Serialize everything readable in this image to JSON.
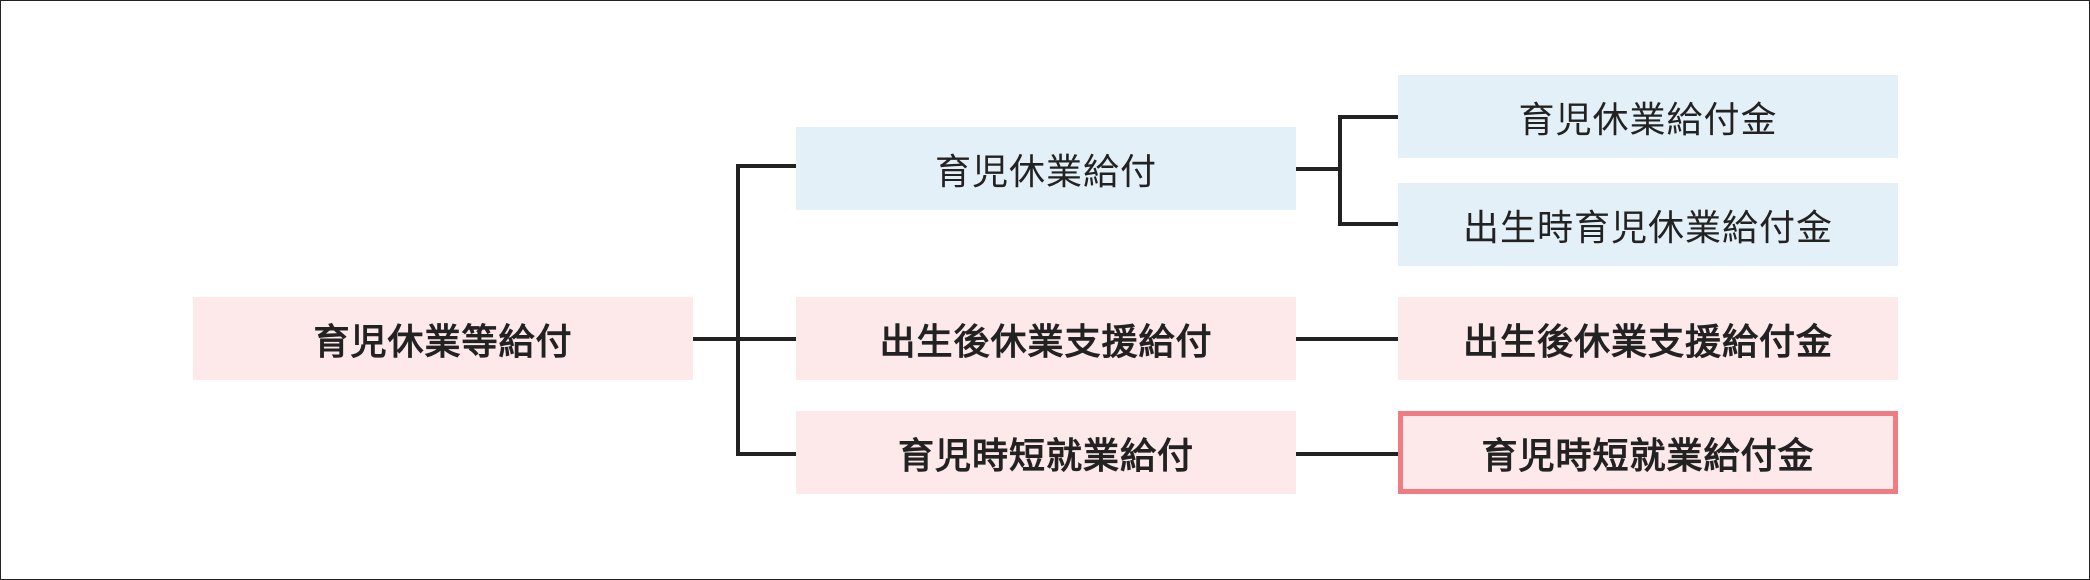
{
  "diagram": {
    "root": {
      "label": "育児休業等給付"
    },
    "branches": [
      {
        "label": "育児休業給付",
        "style": "blue",
        "children": [
          {
            "label": "育児休業給付金",
            "style": "blue"
          },
          {
            "label": "出生時育児休業給付金",
            "style": "blue"
          }
        ]
      },
      {
        "label": "出生後休業支援給付",
        "style": "pink",
        "children": [
          {
            "label": "出生後休業支援給付金",
            "style": "pink"
          }
        ]
      },
      {
        "label": "育児時短就業給付",
        "style": "pink",
        "children": [
          {
            "label": "育児時短就業給付金",
            "style": "pink",
            "highlighted": true
          }
        ]
      }
    ]
  },
  "colors": {
    "blue_fill": "#e3f0f8",
    "pink_fill": "#fde9ea",
    "highlight_border": "#ee7c82",
    "line": "#222222",
    "text": "#222222"
  }
}
